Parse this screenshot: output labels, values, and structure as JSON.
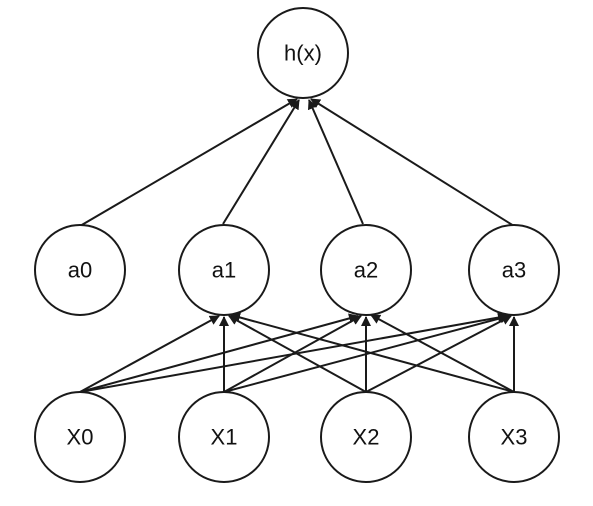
{
  "diagram": {
    "output": {
      "label": "h(x)"
    },
    "hidden": [
      {
        "label": "a0"
      },
      {
        "label": "a1"
      },
      {
        "label": "a2"
      },
      {
        "label": "a3"
      }
    ],
    "inputs": [
      {
        "label": "X0"
      },
      {
        "label": "X1"
      },
      {
        "label": "X2"
      },
      {
        "label": "X3"
      }
    ],
    "colors": {
      "stroke": "#1a1a1a",
      "fill": "#ffffff",
      "text": "#111111"
    }
  }
}
